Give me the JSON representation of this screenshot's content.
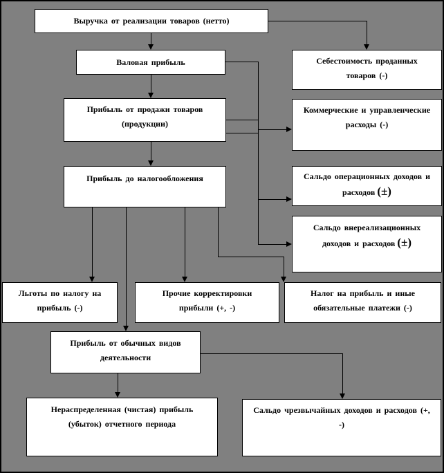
{
  "diagram": {
    "description": "Схема формирования показателей прибыли",
    "colors": {
      "background": "#808080",
      "box_fill": "#ffffff",
      "line": "#000000",
      "text": "#000000"
    }
  },
  "boxes": {
    "revenue": {
      "label": "Выручка от реализации товаров (нетто)"
    },
    "gross_profit": {
      "label": "Валовая прибыль"
    },
    "sales_profit": {
      "line1": "Прибыль от продажи товаров",
      "line2": "(продукции)"
    },
    "pretax_profit": {
      "label": "Прибыль до налогообложения"
    },
    "cost_of_goods_sold": {
      "line1": "Себестоимость проданных",
      "line2": "товаров (-)"
    },
    "commercial_admin_expenses": {
      "line1": "Коммерческие и управленческие",
      "line2": "расходы (-)"
    },
    "operating_balance": {
      "line1": "Сальдо операционных доходов и",
      "line2": "расходов",
      "sign": "(±)"
    },
    "nonoperating_balance": {
      "line1": "Сальдо внереализационных",
      "line2": "доходов и расходов",
      "sign": "(±)"
    },
    "tax_benefits": {
      "line1": "Льготы по налогу на",
      "line2": "прибыль (-)"
    },
    "other_adjustments": {
      "line1": "Прочие корректировки",
      "line2": "прибыли (+, -)"
    },
    "profit_tax": {
      "line1": "Налог на прибыль и иные",
      "line2": "обязательные платежи (-)"
    },
    "ordinary_profit": {
      "line1": "Прибыль от обычных видов",
      "line2": "деятельности"
    },
    "retained_profit": {
      "line1": "Нераспределенная (чистая) прибыль",
      "line2": "(убыток) отчетного периода"
    },
    "extraordinary_balance": {
      "line1": "Сальдо чрезвычайных доходов и расходов (+,",
      "line2": "-)"
    }
  },
  "edges": [
    {
      "from": "revenue",
      "to": "gross_profit"
    },
    {
      "from": "revenue",
      "to": "cost_of_goods_sold"
    },
    {
      "from": "gross_profit",
      "to": "sales_profit"
    },
    {
      "from": "sales_profit",
      "to": "commercial_admin_expenses"
    },
    {
      "from": "sales_profit",
      "to": "operating_balance"
    },
    {
      "from": "sales_profit",
      "to": "nonoperating_balance"
    },
    {
      "from": "sales_profit",
      "to": "pretax_profit"
    },
    {
      "from": "pretax_profit",
      "to": "tax_benefits"
    },
    {
      "from": "pretax_profit",
      "to": "other_adjustments"
    },
    {
      "from": "pretax_profit",
      "to": "profit_tax"
    },
    {
      "from": "pretax_profit",
      "to": "ordinary_profit"
    },
    {
      "from": "ordinary_profit",
      "to": "retained_profit"
    },
    {
      "from": "ordinary_profit",
      "to": "extraordinary_balance"
    }
  ]
}
